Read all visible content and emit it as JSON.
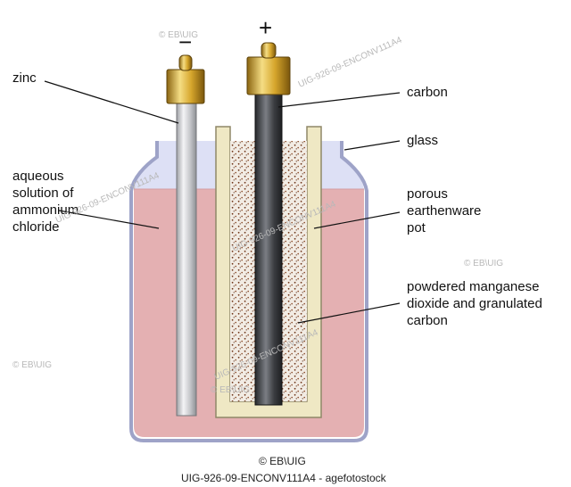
{
  "labels": {
    "zinc": "zinc",
    "carbon": "carbon",
    "glass": "glass",
    "aqueous": [
      "aqueous",
      "solution of",
      "ammonium",
      "chloride"
    ],
    "porous": [
      "porous",
      "earthenware",
      "pot"
    ],
    "powdered": [
      "powdered manganese",
      "dioxide and granulated",
      "carbon"
    ]
  },
  "terminals": {
    "negative": "−",
    "positive": "+"
  },
  "watermarks": {
    "copyright": "© EB\\UIG",
    "code": "UIG-926-09-ENCONV111A4"
  },
  "footer": {
    "line1": "© EB\\UIG",
    "line2": "UIG-926-09-ENCONV111A4 - agefotostock"
  },
  "colors": {
    "electrolyte": "#e4b0b2",
    "glass_tint": "#b5b8e6",
    "pot": "#efe8c4",
    "brass": "#c99a20",
    "zinc_rod": "#c9c9cc",
    "carbon_rod": "#3a3c40"
  }
}
